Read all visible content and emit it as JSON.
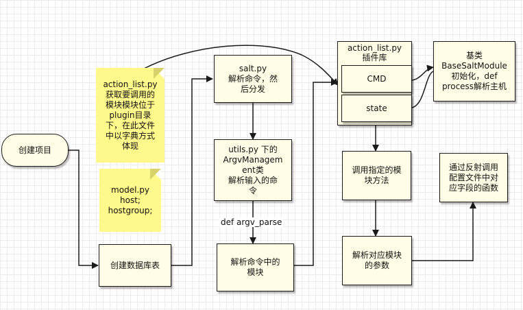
{
  "nodes": {
    "create_project": "创建项目",
    "create_tables": "创建数据库表",
    "salt_py": "salt.py\n解析命令，然\n后分发",
    "utils_py": "utils.py 下的\nArgvManagem\nent类\n解析输入的命\n令",
    "parse_module": "解析命令中的\n模块",
    "plugin_lib_title": "action_list.py\n插件库",
    "cmd": "CMD",
    "state": "state",
    "base_class": "基类\nBaseSaltModule\n初始化，def\nprocess解析主机",
    "call_method": "调用指定的模\n块方法",
    "parse_params": "解析对应模块\n的参数",
    "reflect_call": "通过反射调用\n配置文件中对\n应字段的函数"
  },
  "notes": {
    "action_list_note": "action_list.py\n获取要调用的\n模块模块位于\nplugin目录\n下，在此文件\n中以字典方式\n体现",
    "model_note": "model.py\nhost;\nhostgroup;"
  },
  "edge_labels": {
    "argv_parse": "def argv_parse"
  }
}
